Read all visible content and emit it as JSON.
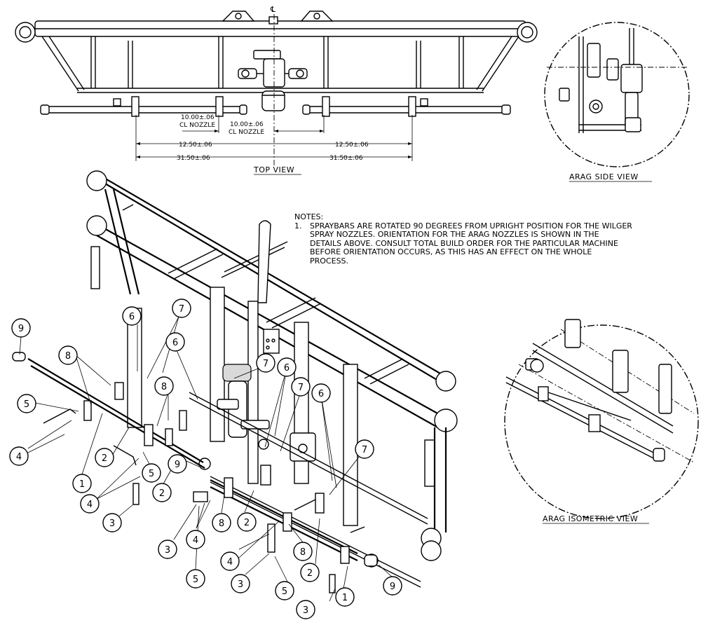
{
  "top_view": {
    "title": "TOP VIEW",
    "centerline_symbol": "℄",
    "dims": {
      "nozzle_left": "10.00±.06",
      "nozzle_left_label": "CL NOZZLE",
      "nozzle_right": "10.00±.06",
      "nozzle_right_label": "CL NOZZLE",
      "mid_left": "12.50±.06",
      "mid_right": "12.50±.06",
      "outer_left": "31.50±.06",
      "outer_right": "31.50±.06"
    }
  },
  "side_view": {
    "title": "ARAG SIDE VIEW"
  },
  "iso_view": {
    "title": "ARAG ISOMETRIC VIEW"
  },
  "notes": {
    "header": "NOTES:",
    "item_number": "1.",
    "item_text": "SPRAYBARS ARE ROTATED 90 DEGREES FROM UPRIGHT POSITION FOR THE WILGER SPRAY NOZZLES.  ORIENTATION FOR THE ARAG NOZZLES IS SHOWN IN THE DETAILS ABOVE.  CONSULT TOTAL BUILD ORDER FOR THE PARTICULAR MACHINE BEFORE ORIENTATION OCCURS, AS THIS HAS AN EFFECT ON THE WHOLE PROCESS."
  },
  "callouts": {
    "c9a": "9",
    "c8a": "8",
    "c5a": "5",
    "c4a": "4",
    "c1a": "1",
    "c2a": "2",
    "c6a": "6",
    "c7a": "7",
    "c8b": "8",
    "c4b": "4",
    "c5b": "5",
    "c3a": "3",
    "c2b": "2",
    "c9b": "9",
    "c6b": "6",
    "c7b": "7",
    "c7c": "7",
    "c6c": "6",
    "c7d": "7",
    "c6d": "6",
    "c3b": "3",
    "c4c": "4",
    "c5c": "5",
    "c8c": "8",
    "c2c": "2",
    "c4d": "4",
    "c3c": "3",
    "c8d": "8",
    "c5d": "5",
    "c2d": "2",
    "c3d": "3",
    "c1b": "1",
    "c9c": "9"
  }
}
